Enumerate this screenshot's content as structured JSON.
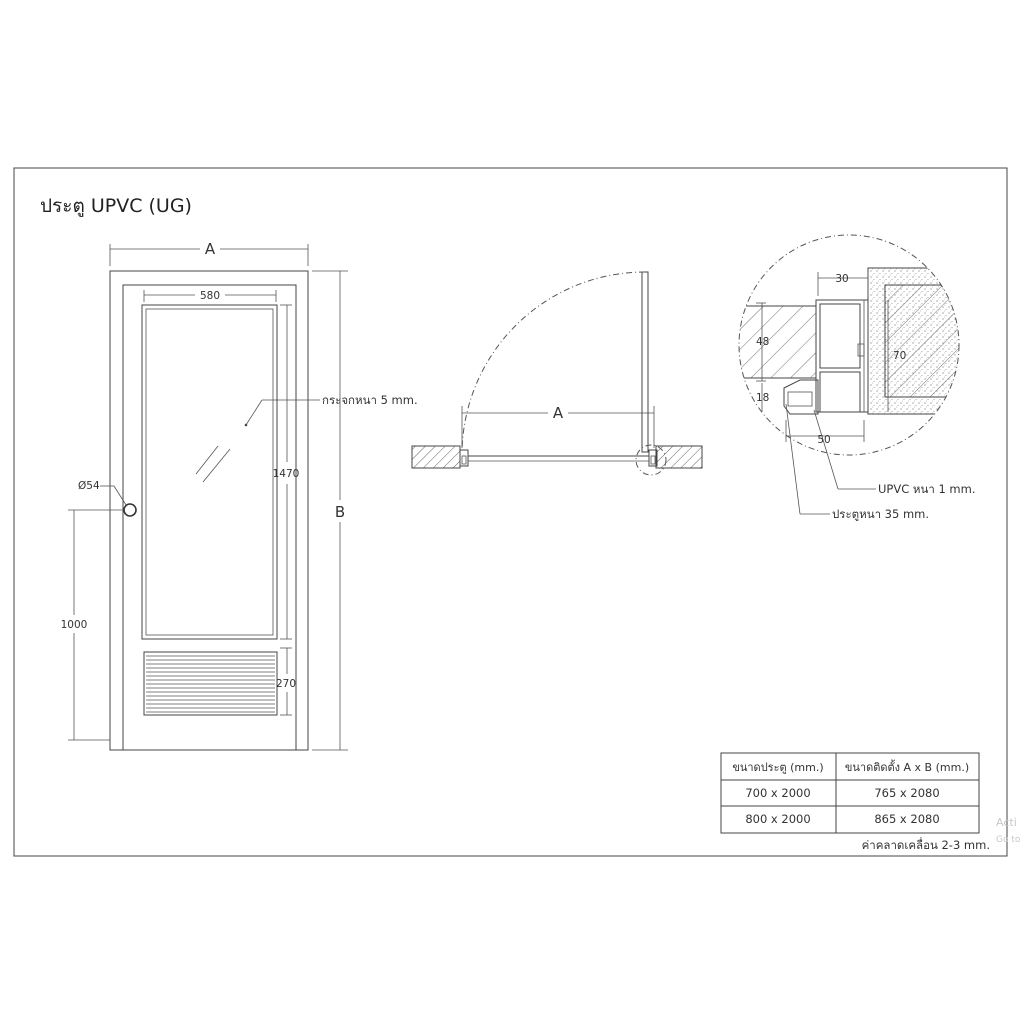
{
  "title": "ประตู UPVC (UG)",
  "front_view": {
    "dim_width": "A",
    "dim_height": "B",
    "dim_glass_width": "580",
    "dim_glass_height": "1470",
    "dim_handle_height": "1000",
    "dim_louver_height": "270",
    "dim_handle_diameter": "Ø54",
    "glass_note": "กระจกหนา 5 mm."
  },
  "plan_view": {
    "dim_width": "A"
  },
  "section_detail": {
    "dim_30": "30",
    "dim_48": "48",
    "dim_70": "70",
    "dim_18": "18",
    "dim_50": "50",
    "note_upvc": "UPVC หนา 1 mm.",
    "note_door": "ประตูหนา 35 mm."
  },
  "size_table": {
    "headers": [
      "ขนาดประตู (mm.)",
      "ขนาดติดตั้ง A x B (mm.)"
    ],
    "rows": [
      [
        "700 x 2000",
        "765 x 2080"
      ],
      [
        "800 x 2000",
        "865 x 2080"
      ]
    ],
    "tolerance_note": "ค่าคลาดเคลื่อน 2-3 mm."
  },
  "watermark": {
    "line1": "Acti",
    "line2": "Go to"
  },
  "colors": {
    "line": "#444444",
    "hatch": "#666666",
    "background": "#ffffff"
  }
}
